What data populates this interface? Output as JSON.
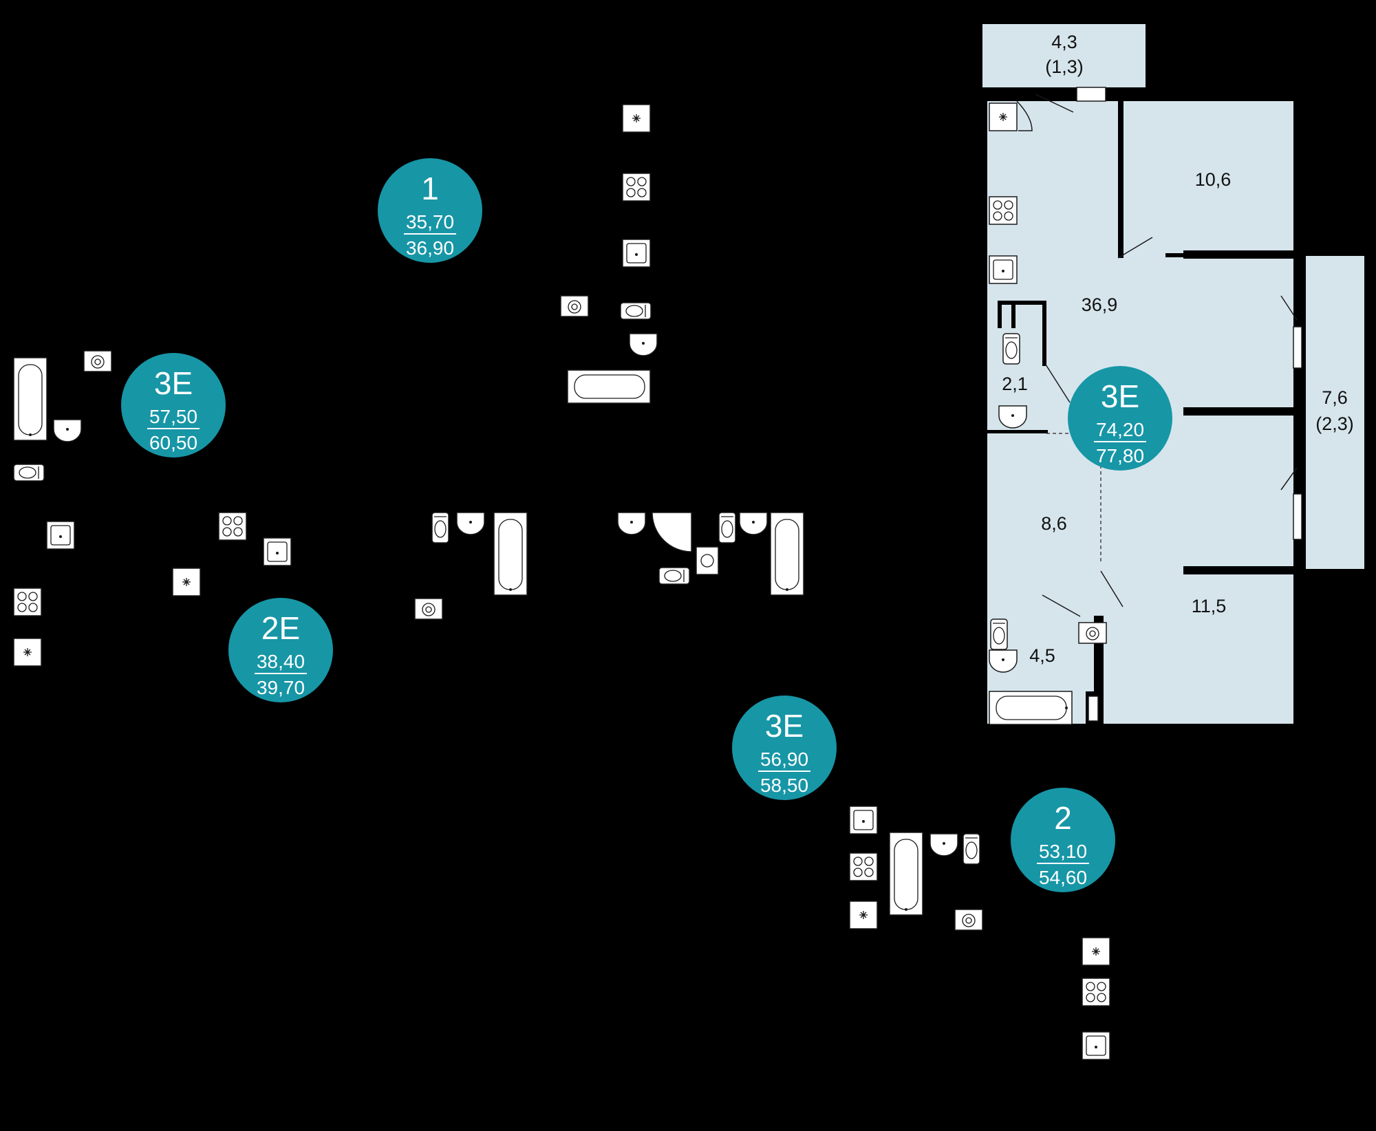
{
  "colors": {
    "background": "#000000",
    "room_fill": "#d6e5ec",
    "badge_fill": "#1796a6",
    "badge_text": "#ffffff",
    "wall": "#000000"
  },
  "badges": [
    {
      "id": "apt-1",
      "code": "1",
      "area_top": "35,70",
      "area_bottom": "36,90"
    },
    {
      "id": "apt-3e-a",
      "code": "3Е",
      "area_top": "57,50",
      "area_bottom": "60,50"
    },
    {
      "id": "apt-2e",
      "code": "2Е",
      "area_top": "38,40",
      "area_bottom": "39,70"
    },
    {
      "id": "apt-3e-b",
      "code": "3Е",
      "area_top": "56,90",
      "area_bottom": "58,50"
    },
    {
      "id": "apt-2",
      "code": "2",
      "area_top": "53,10",
      "area_bottom": "54,60"
    },
    {
      "id": "apt-3e-main",
      "code": "3Е",
      "area_top": "74,20",
      "area_bottom": "77,80"
    }
  ],
  "rooms": [
    {
      "id": "balcony-top",
      "area": "4,3",
      "sub": "(1,3)"
    },
    {
      "id": "bedroom-1",
      "area": "10,6"
    },
    {
      "id": "kitchen-living",
      "area": "36,9"
    },
    {
      "id": "wc",
      "area": "2,1"
    },
    {
      "id": "balcony-side",
      "area": "7,6",
      "sub": "(2,3)"
    },
    {
      "id": "hall",
      "area": "8,6"
    },
    {
      "id": "bedroom-2",
      "area": "11,5"
    },
    {
      "id": "bathroom",
      "area": "4,5"
    }
  ]
}
